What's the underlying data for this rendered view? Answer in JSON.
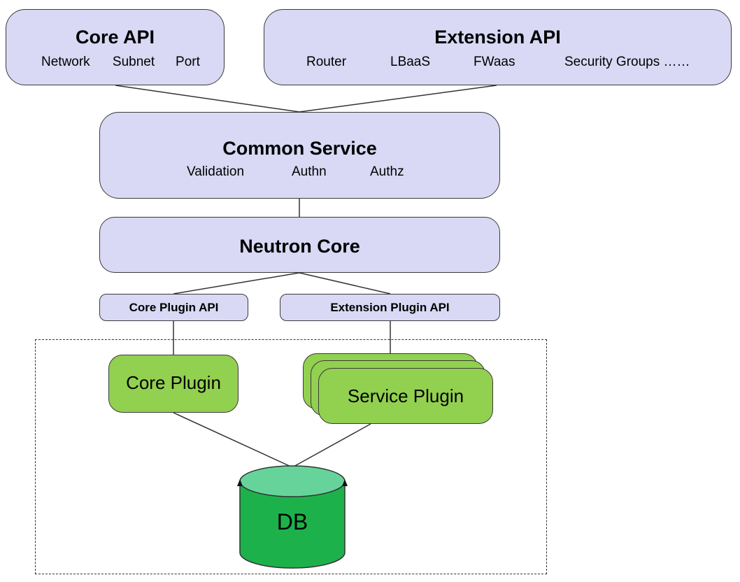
{
  "core_api": {
    "title": "Core API",
    "items": [
      "Network",
      "Subnet",
      "Port"
    ]
  },
  "extension_api": {
    "title": "Extension API",
    "items": [
      "Router",
      "LBaaS",
      "FWaas",
      "Security Groups ……"
    ]
  },
  "common_service": {
    "title": "Common Service",
    "items": [
      "Validation",
      "Authn",
      "Authz"
    ]
  },
  "neutron_core": {
    "title": "Neutron Core"
  },
  "core_plugin_api": {
    "label": "Core Plugin API"
  },
  "extension_plugin_api": {
    "label": "Extension Plugin API"
  },
  "core_plugin": {
    "label": "Core Plugin"
  },
  "service_plugin": {
    "label": "Service Plugin"
  },
  "db": {
    "label": "DB"
  },
  "colors": {
    "api_fill": "#d9d9f5",
    "plugin_fill": "#92d050",
    "db_body": "#1db14b",
    "db_top": "#66d49a"
  }
}
